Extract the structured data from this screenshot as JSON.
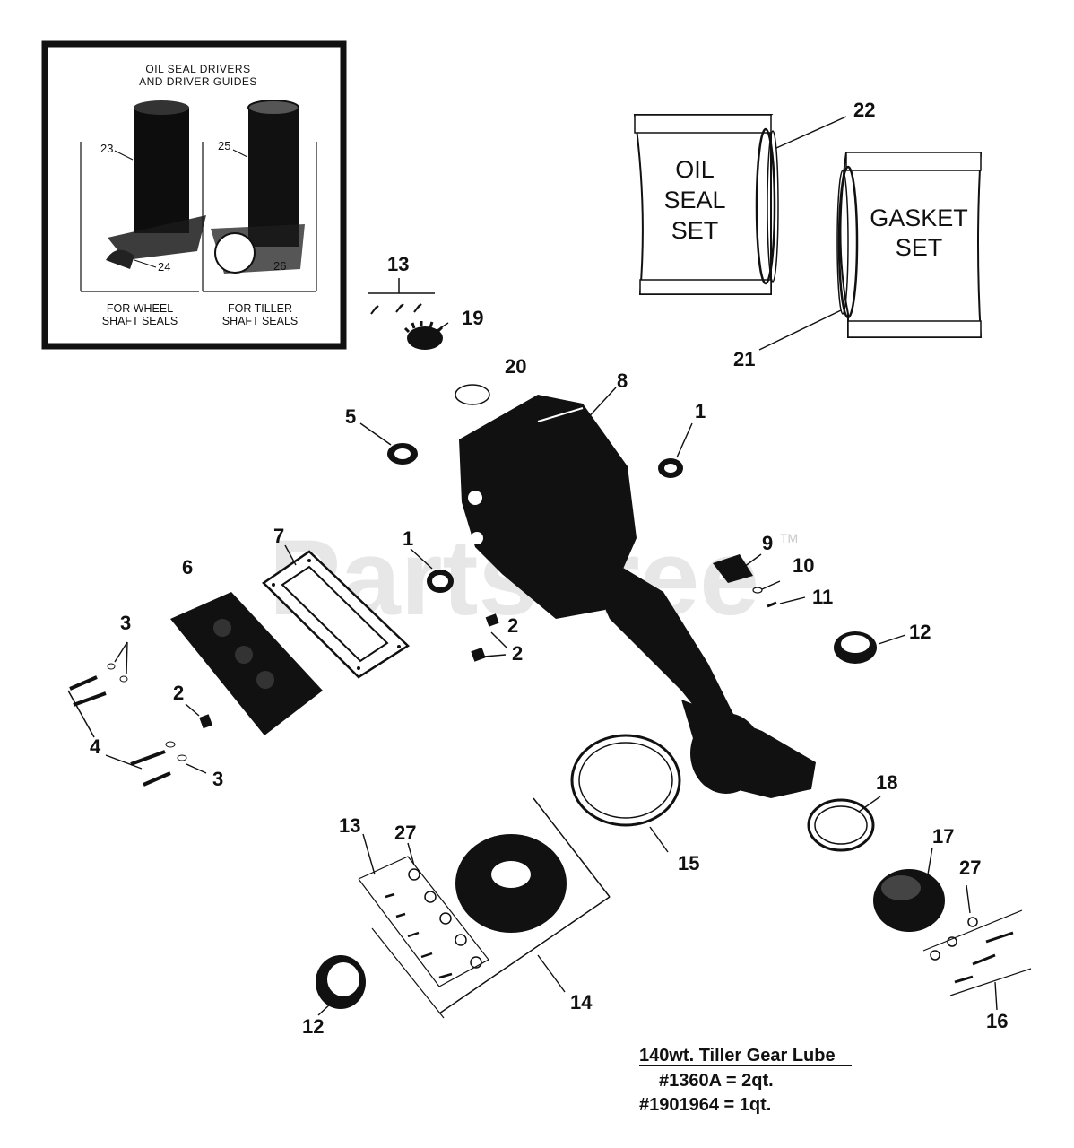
{
  "watermark": {
    "text": "PartsTree",
    "tm": "TM"
  },
  "inset": {
    "title_line1": "OIL SEAL DRIVERS",
    "title_line2": "AND DRIVER GUIDES",
    "caption_left_1": "FOR WHEEL",
    "caption_left_2": "SHAFT SEALS",
    "caption_right_1": "FOR TILLER",
    "caption_right_2": "SHAFT SEALS",
    "labels": {
      "p23": "23",
      "p24": "24",
      "p25": "25",
      "p26": "26"
    }
  },
  "bags": {
    "oil_seal": {
      "line1": "OIL",
      "line2": "SEAL",
      "line3": "SET"
    },
    "gasket": {
      "line1": "GASKET",
      "line2": "SET"
    }
  },
  "callouts": {
    "c22": "22",
    "c21": "21",
    "c13_top": "13",
    "c19": "19",
    "c20": "20",
    "c8": "8",
    "c5": "5",
    "c1_right": "1",
    "c7": "7",
    "c6": "6",
    "c1_mid": "1",
    "c9": "9",
    "c10": "10",
    "c11": "11",
    "c3_top": "3",
    "c2_mid": "2",
    "c2_left": "2",
    "c12_right": "12",
    "c4": "4",
    "c3_bottom": "3",
    "c18": "18",
    "c13_bottom": "13",
    "c27_left": "27",
    "c15": "15",
    "c17": "17",
    "c27_right": "27",
    "c14": "14",
    "c12_bottom": "12",
    "c16": "16"
  },
  "lube_note": {
    "title": "140wt. Tiller Gear Lube",
    "line1": "#1360A = 2qt.",
    "line2": "#1901964 = 1qt."
  }
}
